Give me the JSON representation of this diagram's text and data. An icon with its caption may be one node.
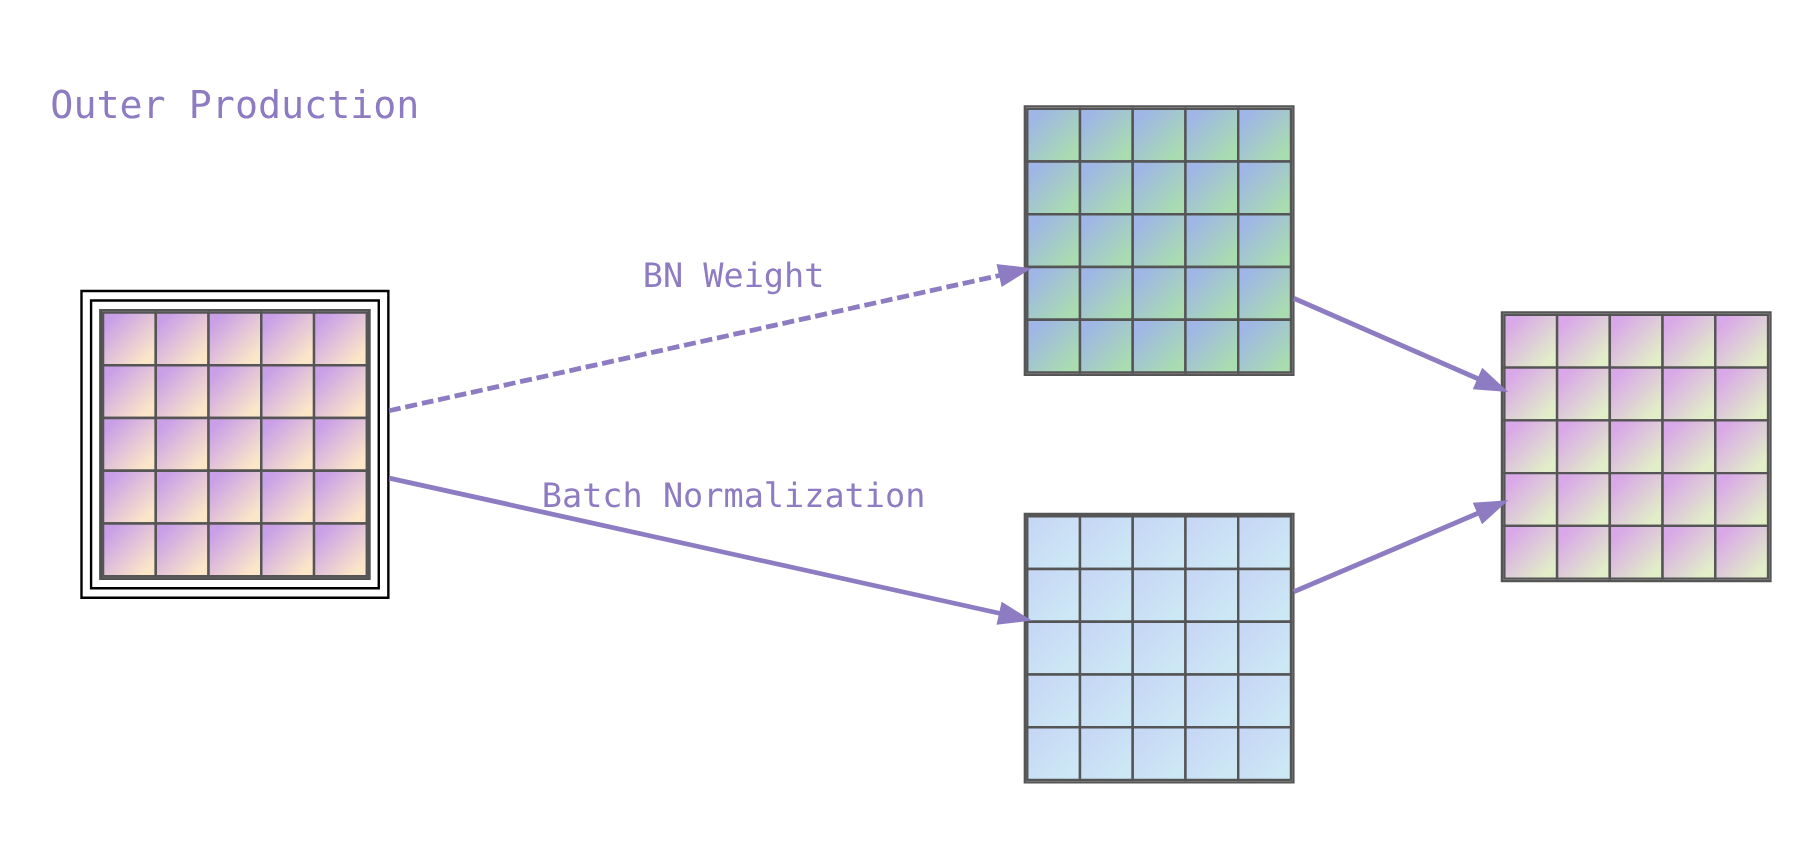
{
  "diagram": {
    "nodes": [
      {
        "text": [],
        "shape": "grid"
      },
      {
        "text": [],
        "shape": "grid"
      },
      {
        "text": [],
        "shape": "grid"
      },
      {
        "text": [],
        "shape": "grid"
      }
    ],
    "edges": [
      {
        "from": 0,
        "to": 1,
        "arrow": "to",
        "style": "dashed",
        "label": "BN Weight"
      },
      {
        "from": 0,
        "to": 2,
        "arrow": "to",
        "label": "Batch Normalization"
      },
      {
        "from": 1,
        "to": 3,
        "arrow": "to"
      },
      {
        "from": 2,
        "to": 3,
        "arrow": "to"
      }
    ],
    "labels": [
      "Outer Production"
    ]
  }
}
